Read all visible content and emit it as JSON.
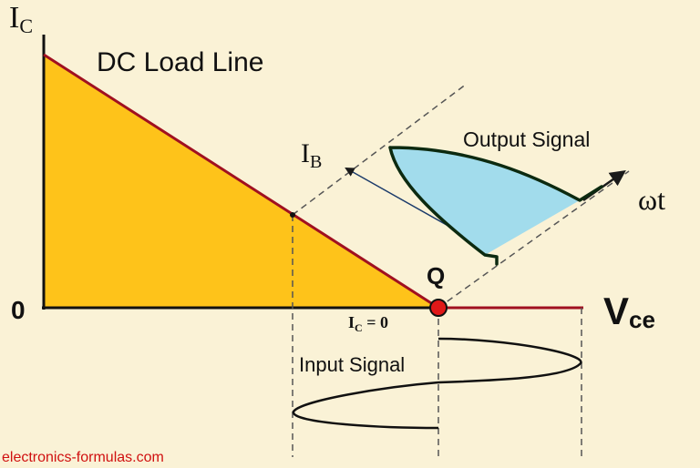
{
  "labels": {
    "y_axis_main": "I",
    "y_axis_sub": "C",
    "x_axis_main": "V",
    "x_axis_sub": "ce",
    "origin": "0",
    "load_line": "DC Load Line",
    "base_current_main": "I",
    "base_current_sub": "B",
    "output_signal": "Output Signal",
    "time_axis": "ωt",
    "q_point": "Q",
    "ic_zero": "I",
    "ic_zero_sub": "C",
    "ic_zero_tail": " = 0",
    "input_signal": "Input Signal"
  },
  "watermark": "electronics-formulas.com",
  "colors": {
    "background": "#faf2d6",
    "load_line": "#a01020",
    "region_fill": "#fec31a",
    "output_signal_fill": "#a2dcec",
    "q_point": "#e01818",
    "watermark": "#d01010"
  }
}
